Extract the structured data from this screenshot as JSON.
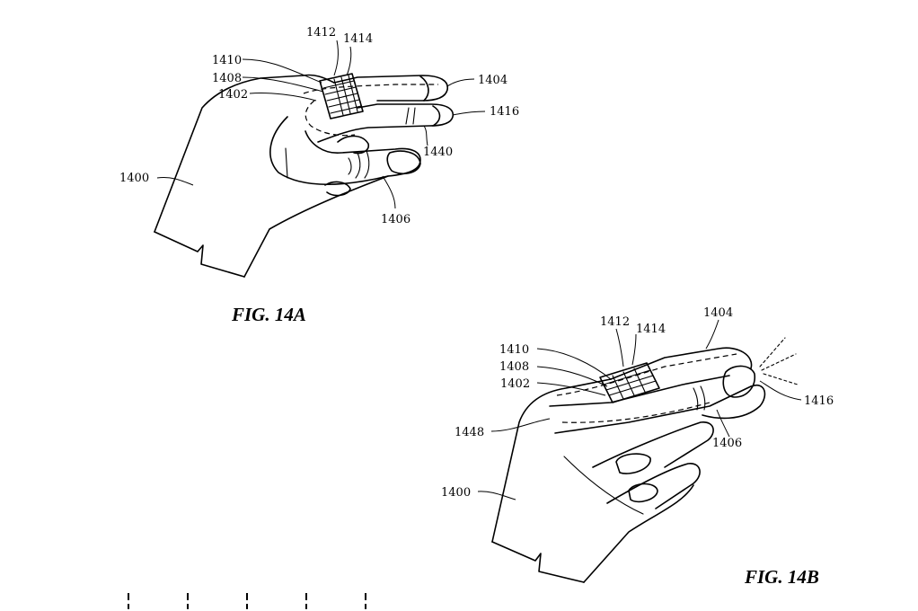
{
  "figure_a": {
    "caption": "FIG. 14A",
    "refs": {
      "r1400": "1400",
      "r1402": "1402",
      "r1404": "1404",
      "r1406": "1406",
      "r1408": "1408",
      "r1410": "1410",
      "r1412": "1412",
      "r1414": "1414",
      "r1416": "1416",
      "r1440": "1440"
    }
  },
  "figure_b": {
    "caption": "FIG. 14B",
    "refs": {
      "r1400": "1400",
      "r1402": "1402",
      "r1404": "1404",
      "r1406": "1406",
      "r1408": "1408",
      "r1410": "1410",
      "r1412": "1412",
      "r1414": "1414",
      "r1416": "1416",
      "r1448": "1448"
    }
  }
}
